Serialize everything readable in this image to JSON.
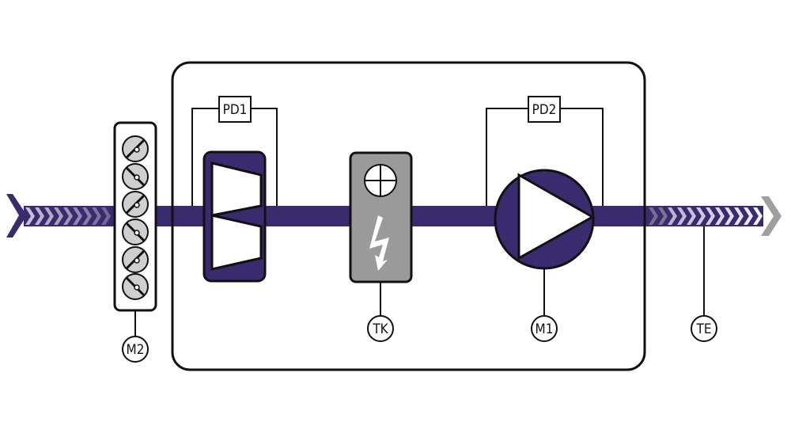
{
  "colors": {
    "duct": "#392b6d",
    "heater": "#9a9a9a",
    "damper": "#cfcfcf",
    "outline": "#111111"
  },
  "labels": {
    "pd1": "PD1",
    "pd2": "PD2",
    "m2": "M2",
    "tk": "TK",
    "m1": "M1",
    "te": "TE"
  },
  "components": [
    "air-inlet",
    "damper",
    "filter",
    "electric-heater",
    "fan",
    "air-outlet"
  ]
}
